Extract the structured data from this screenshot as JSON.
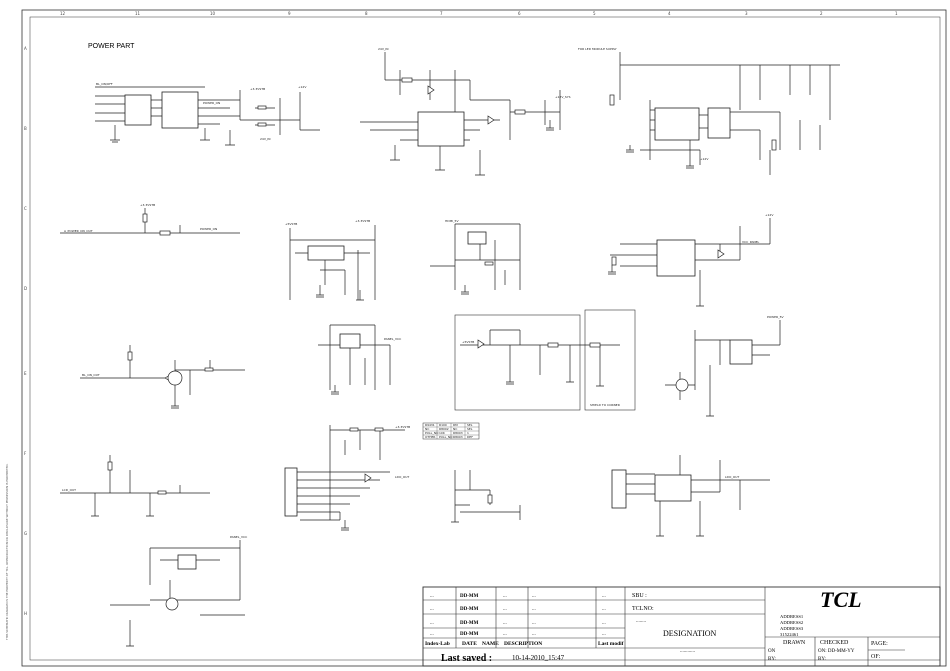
{
  "sheet_title": "POWER PART",
  "side_note": "THIS SCHEMATIC DIAGRAM IS THE PROPERTY OF TCL. REPRODUCTION OR DISCLOSURE WITHOUT PERMISSION IS PROHIBITED.",
  "zones": {
    "top": [
      "12",
      "11",
      "10",
      "9",
      "8",
      "7",
      "6",
      "5",
      "4",
      "3",
      "2",
      "1"
    ],
    "left": [
      "A",
      "B",
      "C",
      "D",
      "E",
      "F",
      "G",
      "H"
    ]
  },
  "nets": {
    "bl_on": "BL_ON/OFF",
    "power_on": "POWER_ON",
    "power_on_out": "A_POWER_ON_OUT",
    "bl_on_out": "BL_ON_OUT",
    "lcd_out": "LCD_OUT",
    "v33": "+3.3VSTB",
    "v12": "+12V",
    "v5": "+5VSTB",
    "v24": "24V_IN",
    "hdmi": "HDMI_5V",
    "panel": "PANEL_VCC",
    "ldo": "LDO_OUT",
    "shield": "SHIELD TO CORNER",
    "note": "FOR LED MODULE SUPPLY",
    "buck": "+12V_SYS",
    "power5": "POWER_5V",
    "vcc_panel": "VCC_PANEL"
  },
  "table": {
    "rows": [
      [
        "R9431",
        "R100",
        "RM",
        "SEL"
      ],
      [
        "NC",
        "R8002",
        "NC",
        "SEL"
      ],
      [
        "PULL_NO",
        "10K",
        "R8003",
        "1"
      ],
      [
        "OTHER",
        "PULL_NO",
        "R8003",
        "DEF"
      ]
    ]
  },
  "title_block": {
    "revisions": [
      {
        "idx": "...",
        "who": "DD-MM",
        "a": "...",
        "b": "...",
        "c": "..."
      },
      {
        "idx": "...",
        "who": "DD-MM",
        "a": "...",
        "b": "...",
        "c": "..."
      },
      {
        "idx": "...",
        "who": "DD-MM",
        "a": "...",
        "b": "...",
        "c": "..."
      },
      {
        "idx": "...",
        "who": "DD-MM",
        "a": "...",
        "b": "...",
        "c": "..."
      }
    ],
    "header": {
      "index": "Index-Lab",
      "date": "DATE",
      "name": "NAME",
      "desc": "DESCRIPTION",
      "mod": "Last modif"
    },
    "last_saved_label": "Last saved :",
    "last_saved_value": "10-14-2010_15:47",
    "sbu_label": "SBU :",
    "tclno_label": "TCLNO:",
    "designation_label": "DESIGNATION",
    "designation_dots": "............",
    "dotted": "........",
    "brand": "TCL",
    "addresses": [
      "ADDRESS1",
      "ADDRESS2",
      "ADDRESS3",
      "31522461"
    ],
    "drawn_label": "DRAWN",
    "checked_label": "CHECKED",
    "checked_on": "ON: DD-MM-YY",
    "checked_by": "BY:",
    "on_label": "ON",
    "by_label": "BY:",
    "page_label": "PAGE:",
    "of_label": "OF:"
  }
}
